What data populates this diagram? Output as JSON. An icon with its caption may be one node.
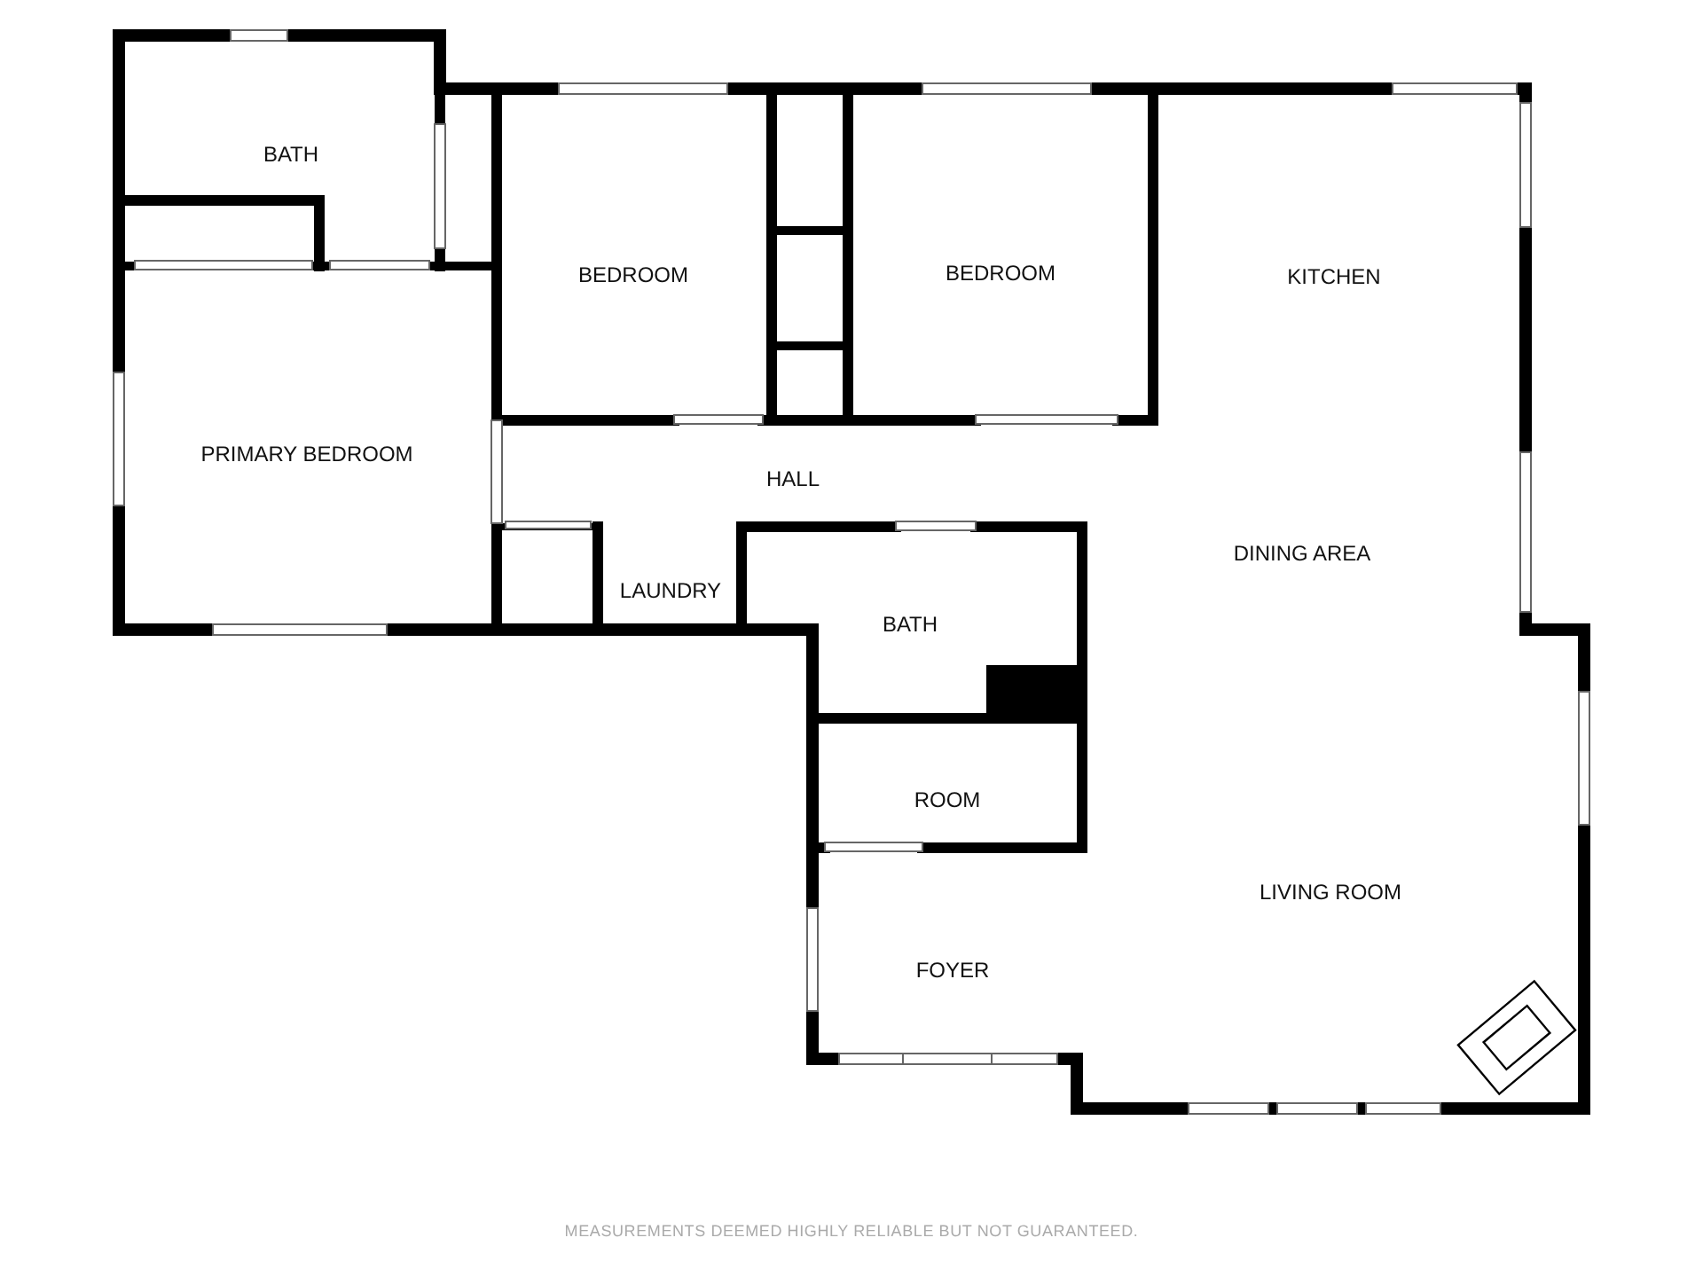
{
  "diagram": {
    "labels": [
      "BATH",
      "BEDROOM",
      "BEDROOM",
      "KITCHEN",
      "PRIMARY BEDROOM",
      "HALL",
      "DINING AREA",
      "LAUNDRY",
      "BATH",
      "ROOM",
      "LIVING ROOM",
      "FOYER",
      "MEASUREMENTS DEEMED HIGHLY RELIABLE BUT NOT GUARANTEED."
    ]
  }
}
